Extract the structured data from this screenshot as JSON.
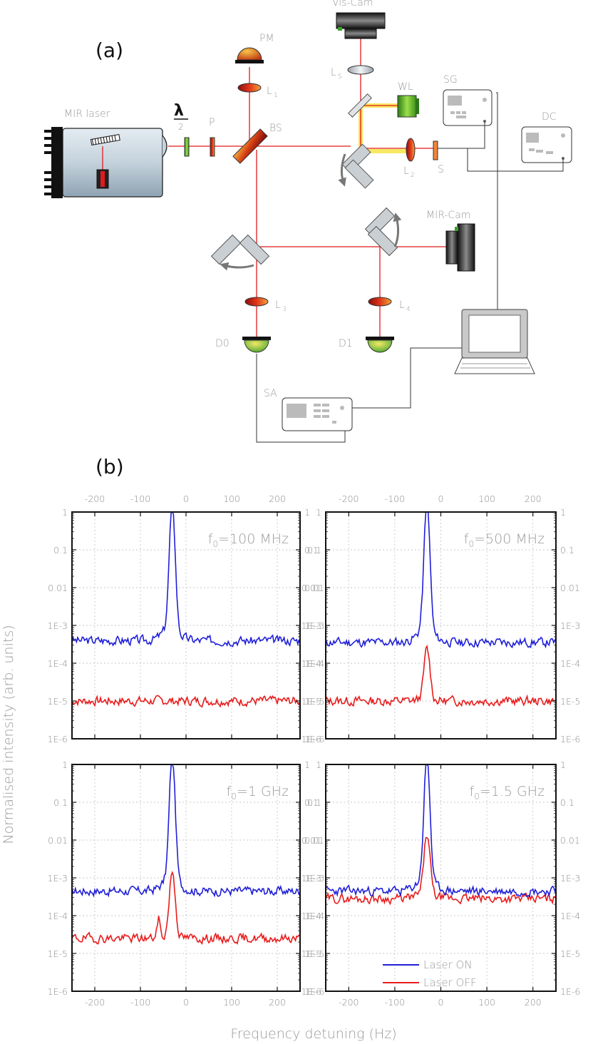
{
  "panel_a": {
    "letter": "(a)",
    "labels": {
      "mir_laser": "MIR laser",
      "lambda": "λ",
      "lambda_den": "2",
      "p": "P",
      "bs": "BS",
      "pm": "PM",
      "l1": "L",
      "l1_sub": "1",
      "l2": "L",
      "l2_sub": "2",
      "l3": "L",
      "l3_sub": "3",
      "l4": "L",
      "l4_sub": "4",
      "l5": "L",
      "l5_sub": "5",
      "vis_cam": "Vis-Cam",
      "wl": "WL",
      "s": "S",
      "sg": "SG",
      "dc": "DC",
      "mir_cam": "MIR-Cam",
      "d0": "D0",
      "d1": "D1",
      "sa": "SA"
    }
  },
  "panel_b": {
    "letter": "(b)",
    "xlabel": "Frequency detuning (Hz)",
    "ylabel": "Normalised intensity (arb. units)",
    "legend": {
      "on": "Laser ON",
      "off": "Laser OFF"
    }
  },
  "chart_data": {
    "type": "line",
    "x_ticks": [
      "-200",
      "-100",
      "0",
      "100",
      "200"
    ],
    "x_tick_values": [
      -200,
      -100,
      0,
      100,
      200
    ],
    "y_ticks": [
      "1",
      "0.1",
      "0.01",
      "1E-3",
      "1E-4",
      "1E-5",
      "1E-6"
    ],
    "xlim": [
      -250,
      250
    ],
    "ylim_log10": [
      -6,
      0
    ],
    "y_scale": "log",
    "grid": true,
    "legend_position": "bottom-right of last panel",
    "colors": {
      "on": "#1f1fd8",
      "off": "#e81c1c"
    },
    "panels": [
      {
        "label_f": "f",
        "label_sub": "0",
        "label_val": "=100 MHz",
        "on": {
          "peak_x": -30,
          "peak_log": 0.0,
          "base_log": -3.4,
          "shoulder": 0.35,
          "seed": 3
        },
        "off": {
          "peak_x": null,
          "peak_log": null,
          "base_log": -5.0,
          "shoulder": 0,
          "seed": 7
        }
      },
      {
        "label_f": "f",
        "label_sub": "0",
        "label_val": "=500 MHz",
        "on": {
          "peak_x": -30,
          "peak_log": 0.0,
          "base_log": -3.45,
          "shoulder": 0.35,
          "seed": 11
        },
        "off": {
          "peak_x": -30,
          "peak_log": -3.65,
          "base_log": -5.0,
          "shoulder": 0.05,
          "seed": 13
        }
      },
      {
        "label_f": "f",
        "label_sub": "0",
        "label_val": "=1 GHz",
        "on": {
          "peak_x": -30,
          "peak_log": 0.0,
          "base_log": -3.35,
          "shoulder": 0.35,
          "seed": 17
        },
        "off": {
          "peak_x": -30,
          "peak_log": -2.85,
          "base_log": -4.6,
          "shoulder": 0.05,
          "seed": 19,
          "side_peak_x": -60,
          "side_peak_log": -4.05
        }
      },
      {
        "label_f": "f",
        "label_sub": "0",
        "label_val": "=1.5 GHz",
        "on": {
          "peak_x": -30,
          "peak_log": 0.0,
          "base_log": -3.35,
          "shoulder": 0.35,
          "seed": 23
        },
        "off": {
          "peak_x": -30,
          "peak_log": -1.95,
          "base_log": -3.55,
          "shoulder": 0.15,
          "seed": 29
        }
      }
    ]
  }
}
